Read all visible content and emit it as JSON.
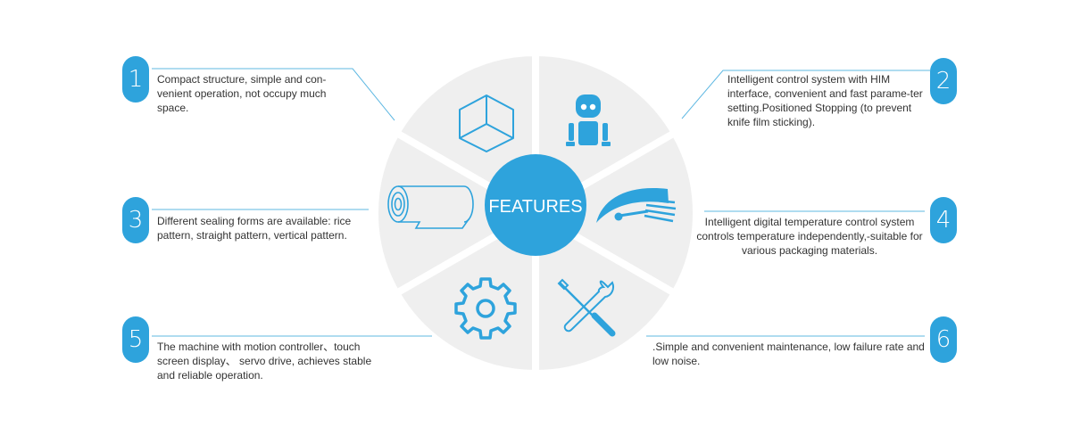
{
  "center_label": "FEATURES",
  "colors": {
    "accent": "#2ea3dc",
    "segment": "#efefef",
    "divider": "#ffffff",
    "text": "#333333"
  },
  "features": [
    {
      "number": "1",
      "icon": "cube-icon",
      "text": "Compact structure, simple and con-venient operation, not occupy much space."
    },
    {
      "number": "2",
      "icon": "robot-icon",
      "text": "Intelligent control system  with HIM interface, convenient and fast parame-ter setting.Positioned Stopping (to prevent knife film sticking)."
    },
    {
      "number": "3",
      "icon": "film-roll-icon",
      "text": "Different sealing forms are available: rice pattern, straight pattern, vertical pattern."
    },
    {
      "number": "4",
      "icon": "gauge-icon",
      "text": "Intelligent digital temperature control system controls temperature independently,-suitable for various packaging materials."
    },
    {
      "number": "5",
      "icon": "gear-icon",
      "text": "The machine with motion controller、touch screen display、 servo drive, achieves stable and reliable operation."
    },
    {
      "number": "6",
      "icon": "tools-icon",
      "text": ".Simple and convenient maintenance, low failure rate and low noise."
    }
  ]
}
